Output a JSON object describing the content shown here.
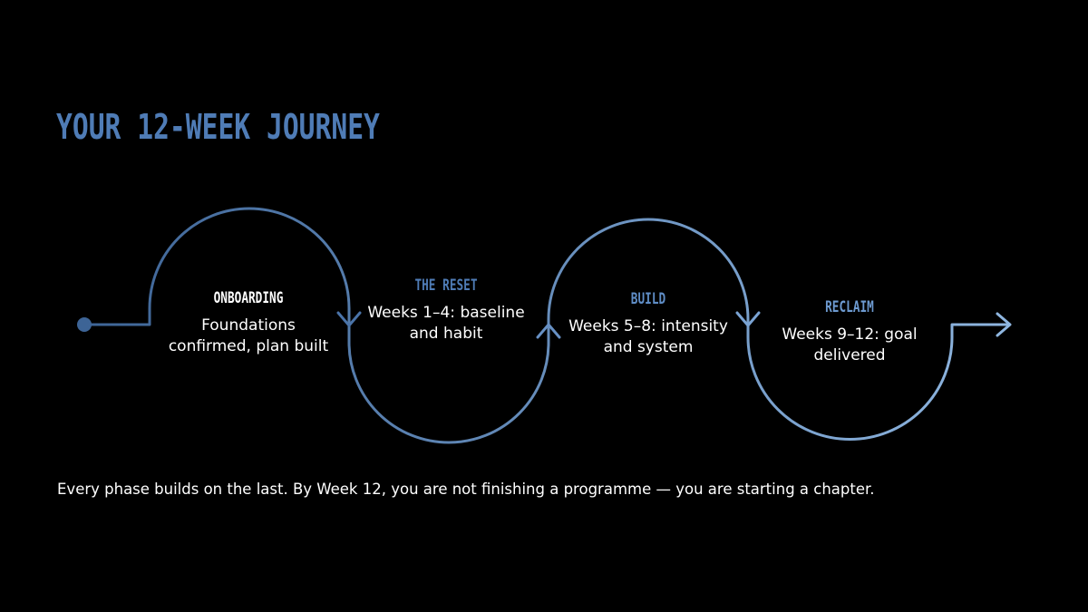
{
  "title": "YOUR 12-WEEK JOURNEY",
  "phases": [
    {
      "label": "ONBOARDING",
      "description": "Foundations confirmed, plan built",
      "label_color": "#ffffff"
    },
    {
      "label": "THE RESET",
      "description": "Weeks 1–4: baseline and habit",
      "label_color": "#4f7cb6"
    },
    {
      "label": "BUILD",
      "description": "Weeks 5–8: intensity and system",
      "label_color": "#5f8dc6"
    },
    {
      "label": "RECLAIM",
      "description": "Weeks 9–12: goal delivered",
      "label_color": "#6d9ad0"
    }
  ],
  "footer": "Every phase builds on the last. By Week 12, you are not finishing a programme — you are starting a chapter.",
  "colors": {
    "background": "#000000",
    "accent": "#4f7cb6",
    "path_start": "#3d6496",
    "path_end": "#8fb6e0"
  }
}
